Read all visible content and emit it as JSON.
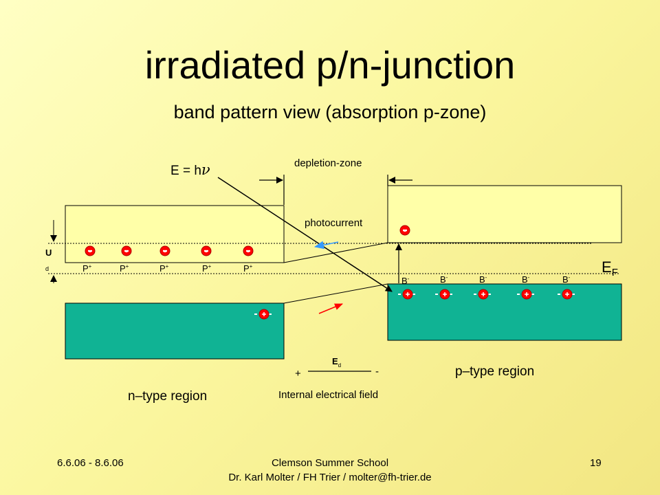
{
  "title": "irradiated p/n-junction",
  "subtitle": "band pattern view (absorption  p-zone)",
  "labels": {
    "photon_energy_prefix": "E = h",
    "photon_energy_symbol": "ν",
    "depletion_zone": "depletion-zone",
    "photocurrent": "photocurrent",
    "voltage_u": "U",
    "voltage_d": "d",
    "fermi_main": "E",
    "fermi_sub": "F",
    "field_main": "E",
    "field_sub": "d",
    "field_plus": "+",
    "field_minus": "-",
    "internal_field": "Internal electrical field",
    "n_region": "n–type region",
    "p_region": "p–type region",
    "donor_main": "P",
    "donor_sup": "+",
    "acceptor_main": "B",
    "acceptor_sup": "-",
    "electron_sign": "-",
    "hole_sign": "+"
  },
  "footer": {
    "date": "6.6.06 - 8.6.06",
    "school": "Clemson Summer School",
    "author": "Dr. Karl Molter / FH Trier / molter@fh-trier.de",
    "page": "19"
  },
  "colors": {
    "conduction_band": "#ffffa8",
    "valence_band": "#10b394",
    "electron": "#ff0000",
    "hole": "#ff0000",
    "photocurrent_blue": "#3399ff",
    "photocurrent_red": "#ff0000"
  },
  "icons": [
    "electron-icon",
    "hole-icon",
    "photon-arrow-icon"
  ]
}
